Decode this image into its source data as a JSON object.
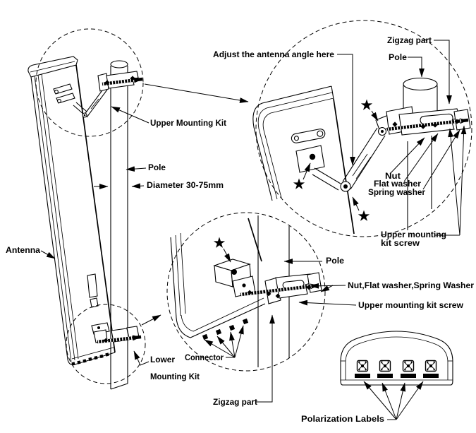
{
  "diagram": {
    "type": "technical-line-diagram",
    "subject": "Antenna pole mounting instructions with detail views",
    "colors": {
      "line": "#000000",
      "background": "#ffffff"
    },
    "labels": {
      "antenna": "Antenna",
      "pole_main": "Pole",
      "diameter": "Diameter 30-75mm",
      "upper_mounting_kit": "Upper Mounting Kit",
      "lower_line1": "Lower",
      "lower_line2": "Mounting Kit",
      "adjust_angle": "Adjust the antenna angle here",
      "zigzag_part_top": "Zigzag part",
      "pole_top_detail": "Pole",
      "nut": "Nut",
      "flat_washer": "Flat washer",
      "spring_washer": "Spring washer",
      "upper_mounting_line1": "Upper mounting",
      "upper_mounting_line2": "kit screw",
      "pole_mid_detail": "Pole",
      "nut_flat_spring": "Nut,Flat washer,Spring Washer",
      "upper_mounting_kit_screw": "Upper mounting kit screw",
      "connector": "Connector",
      "zigzag_part_bottom": "Zigzag part",
      "polarization_labels": "Polarization Labels"
    }
  }
}
